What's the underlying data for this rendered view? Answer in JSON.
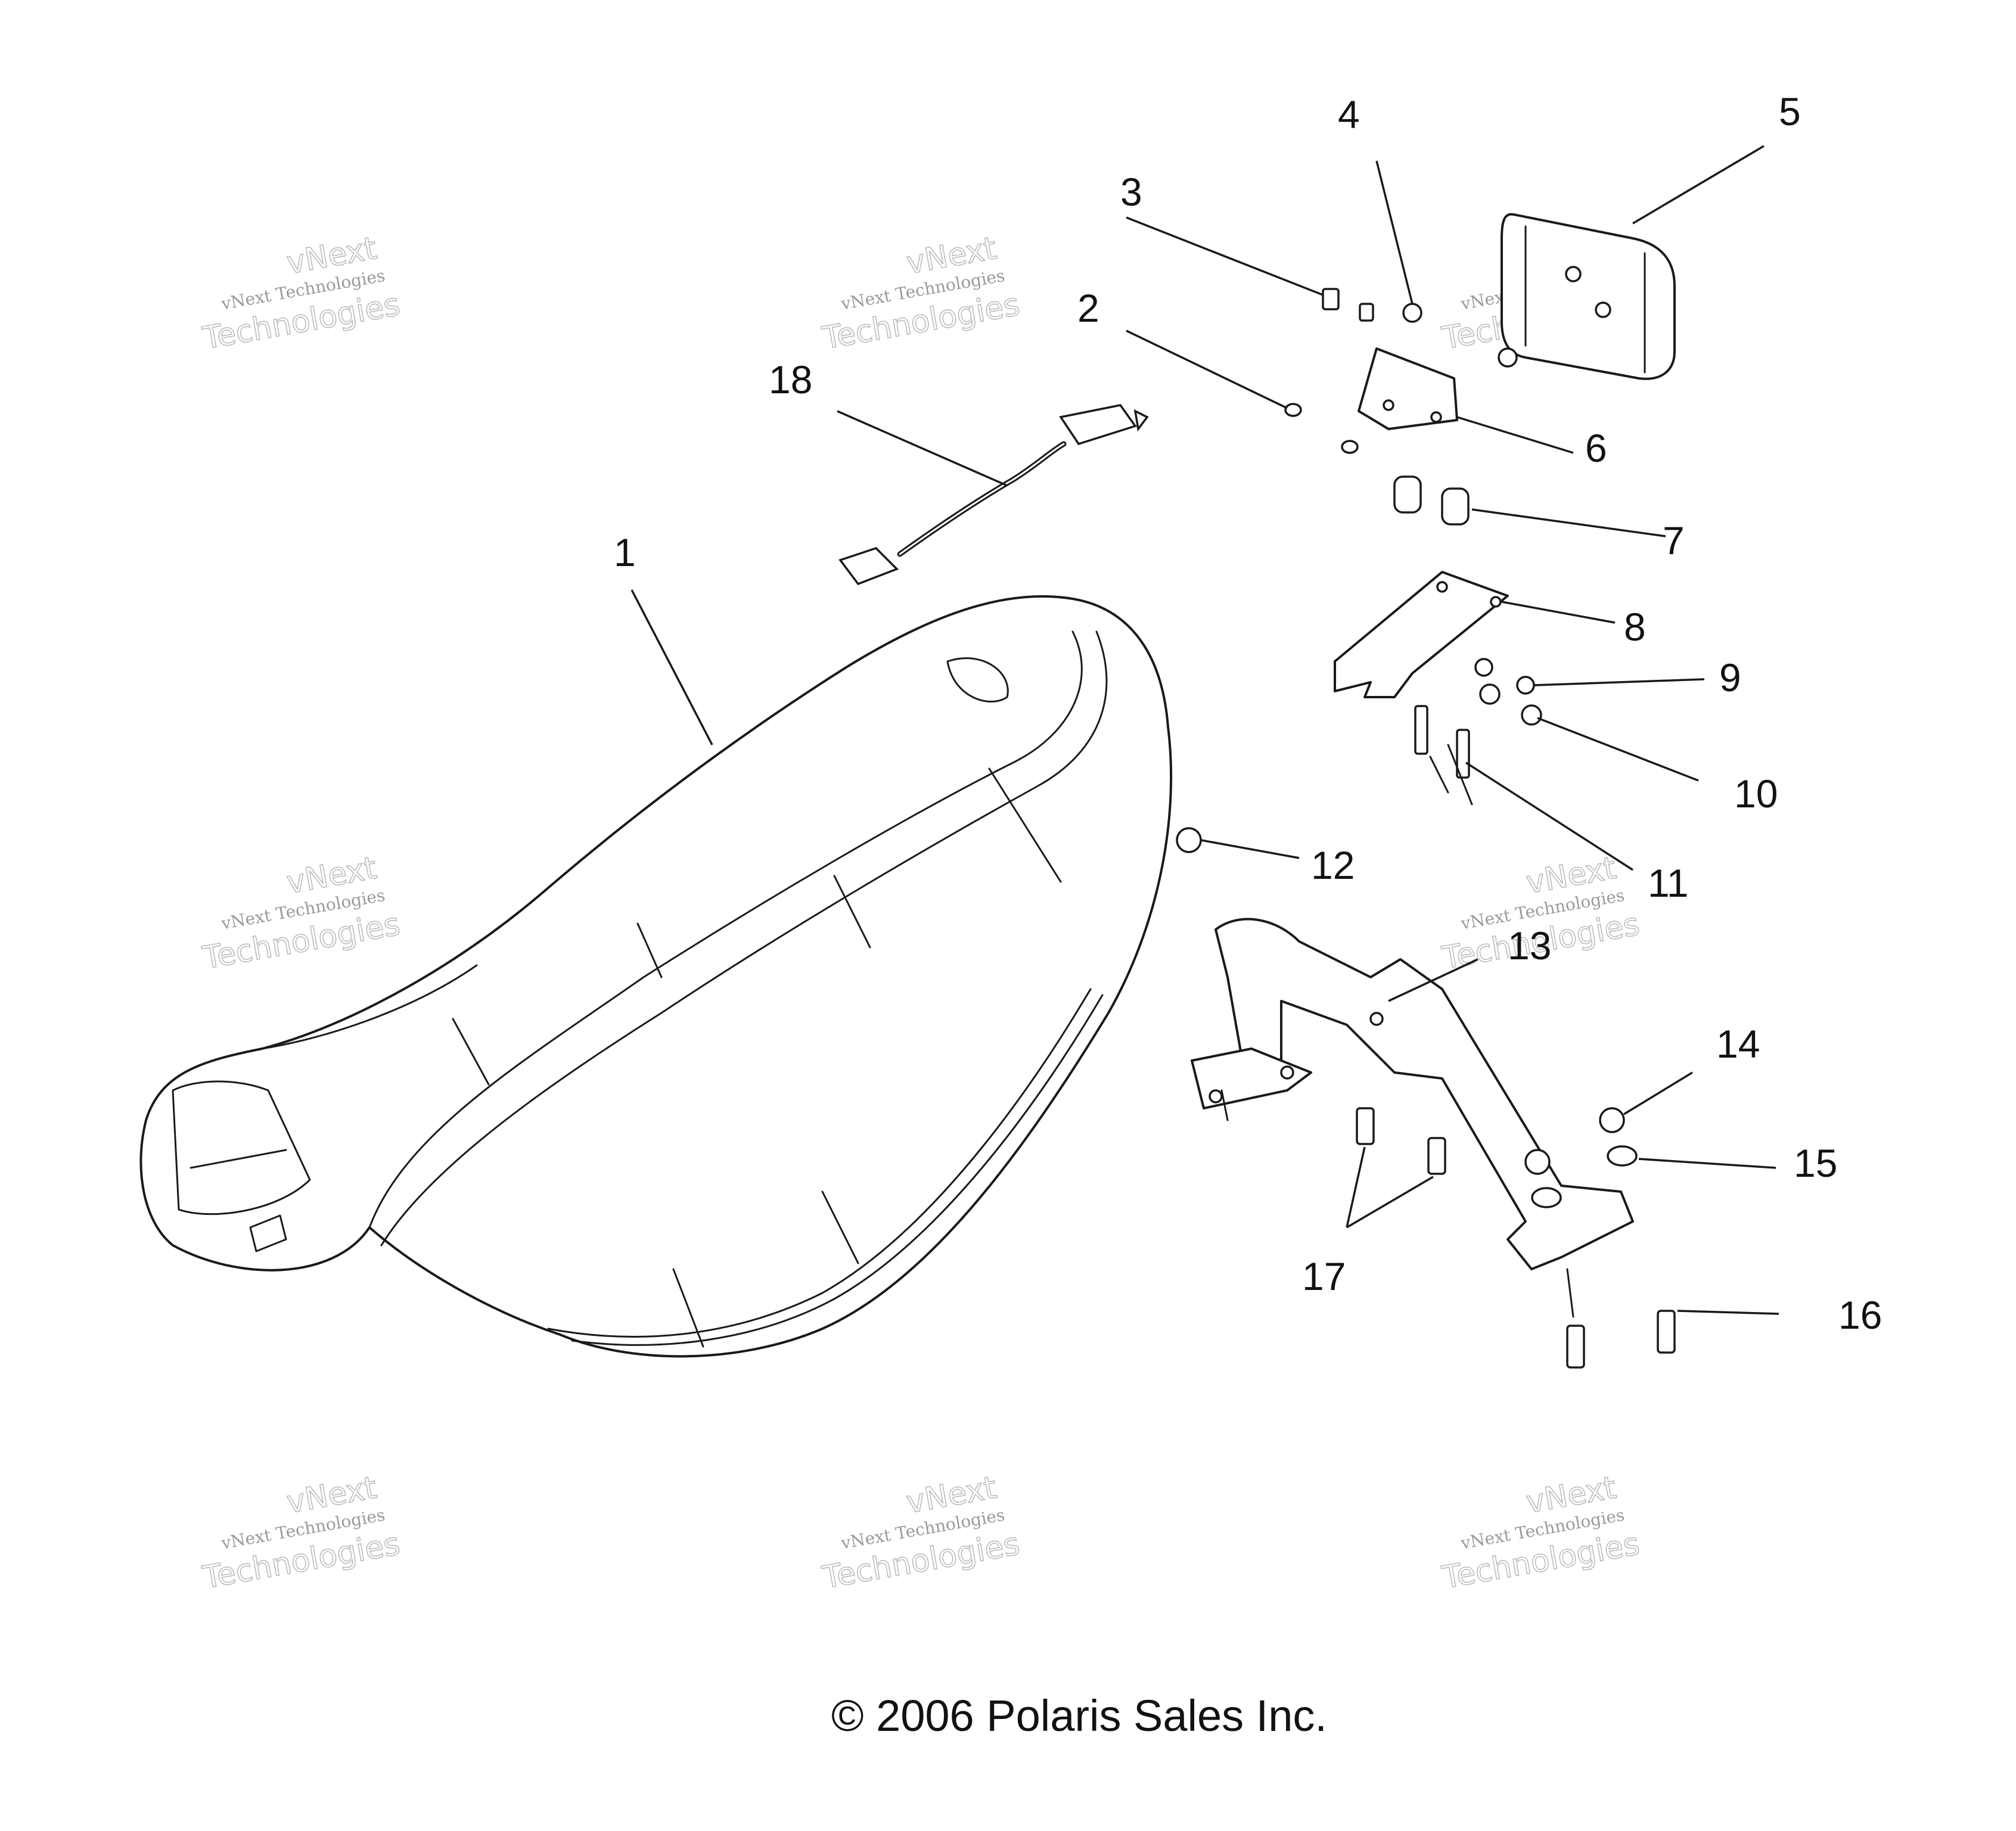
{
  "diagram": {
    "copyright": "© 2006 Polaris Sales Inc.",
    "watermark": {
      "line1": "vNext Technologies",
      "line2": "vNext",
      "line3": "Technologies"
    },
    "callouts": [
      "1",
      "2",
      "3",
      "4",
      "5",
      "6",
      "7",
      "8",
      "9",
      "10",
      "11",
      "12",
      "13",
      "14",
      "15",
      "16",
      "17",
      "18"
    ]
  }
}
